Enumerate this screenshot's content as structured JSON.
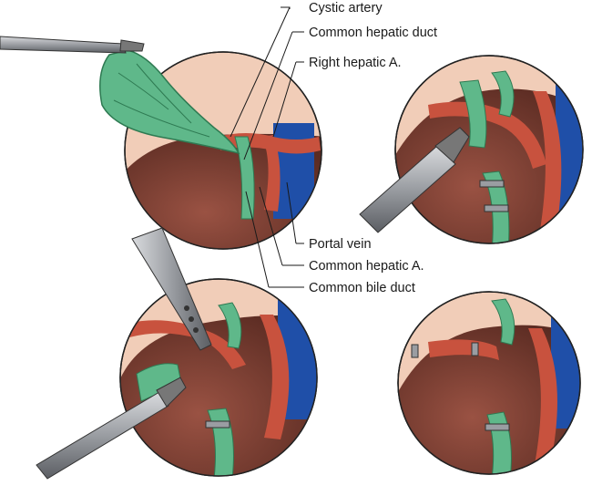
{
  "figure": {
    "labels": {
      "cystic_artery": "Cystic artery",
      "common_hepatic_duct": "Common hepatic duct",
      "right_hepatic_a": "Right hepatic A.",
      "portal_vein": "Portal vein",
      "common_hepatic_a": "Common hepatic A.",
      "common_bile_duct": "Common bile duct"
    },
    "colors": {
      "liver": "#8a4638",
      "liver_dark": "#5a2b22",
      "tissue_rim": "#f1cdb8",
      "duct_green": "#5fb88a",
      "duct_green_dark": "#2e7a52",
      "artery_red": "#c8523e",
      "vein_blue": "#1f4fa8",
      "instrument_gray": "#9a9da2"
    }
  }
}
